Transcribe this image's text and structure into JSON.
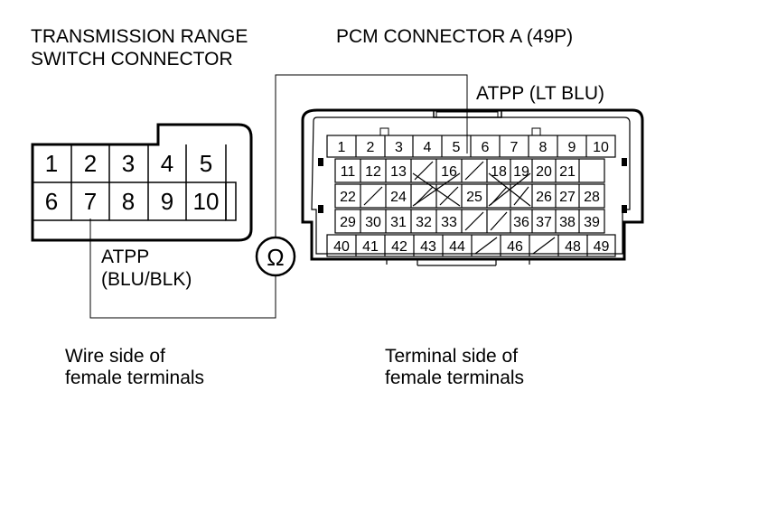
{
  "trs_connector": {
    "title_line1": "TRANSMISSION RANGE",
    "title_line2": "SWITCH CONNECTOR",
    "pins_row1": [
      "1",
      "2",
      "3",
      "4",
      "5"
    ],
    "pins_row2": [
      "6",
      "7",
      "8",
      "9",
      "10"
    ],
    "probe_label_line1": "ATPP",
    "probe_label_line2": "(BLU/BLK)",
    "caption_line1": "Wire side of",
    "caption_line2": "female terminals"
  },
  "pcm_connector": {
    "title": "PCM CONNECTOR A (49P)",
    "probe_label": "ATPP (LT BLU)",
    "rows": [
      [
        "1",
        "2",
        "3",
        "4",
        "5",
        "6",
        "7",
        "8",
        "9",
        "10"
      ],
      [
        "11",
        "12",
        "13",
        "",
        "16",
        "",
        "18",
        "19",
        "20",
        "21"
      ],
      [
        "22",
        "",
        "24",
        "",
        "",
        "25",
        "",
        "",
        "26",
        "27",
        "28"
      ],
      [
        "29",
        "30",
        "31",
        "32",
        "33",
        "",
        "",
        "36",
        "37",
        "38",
        "39"
      ],
      [
        "40",
        "41",
        "42",
        "43",
        "44",
        "",
        "46",
        "",
        "48",
        "49"
      ]
    ],
    "caption_line1": "Terminal side of",
    "caption_line2": "female terminals"
  },
  "meter": {
    "symbol": "Ω"
  }
}
